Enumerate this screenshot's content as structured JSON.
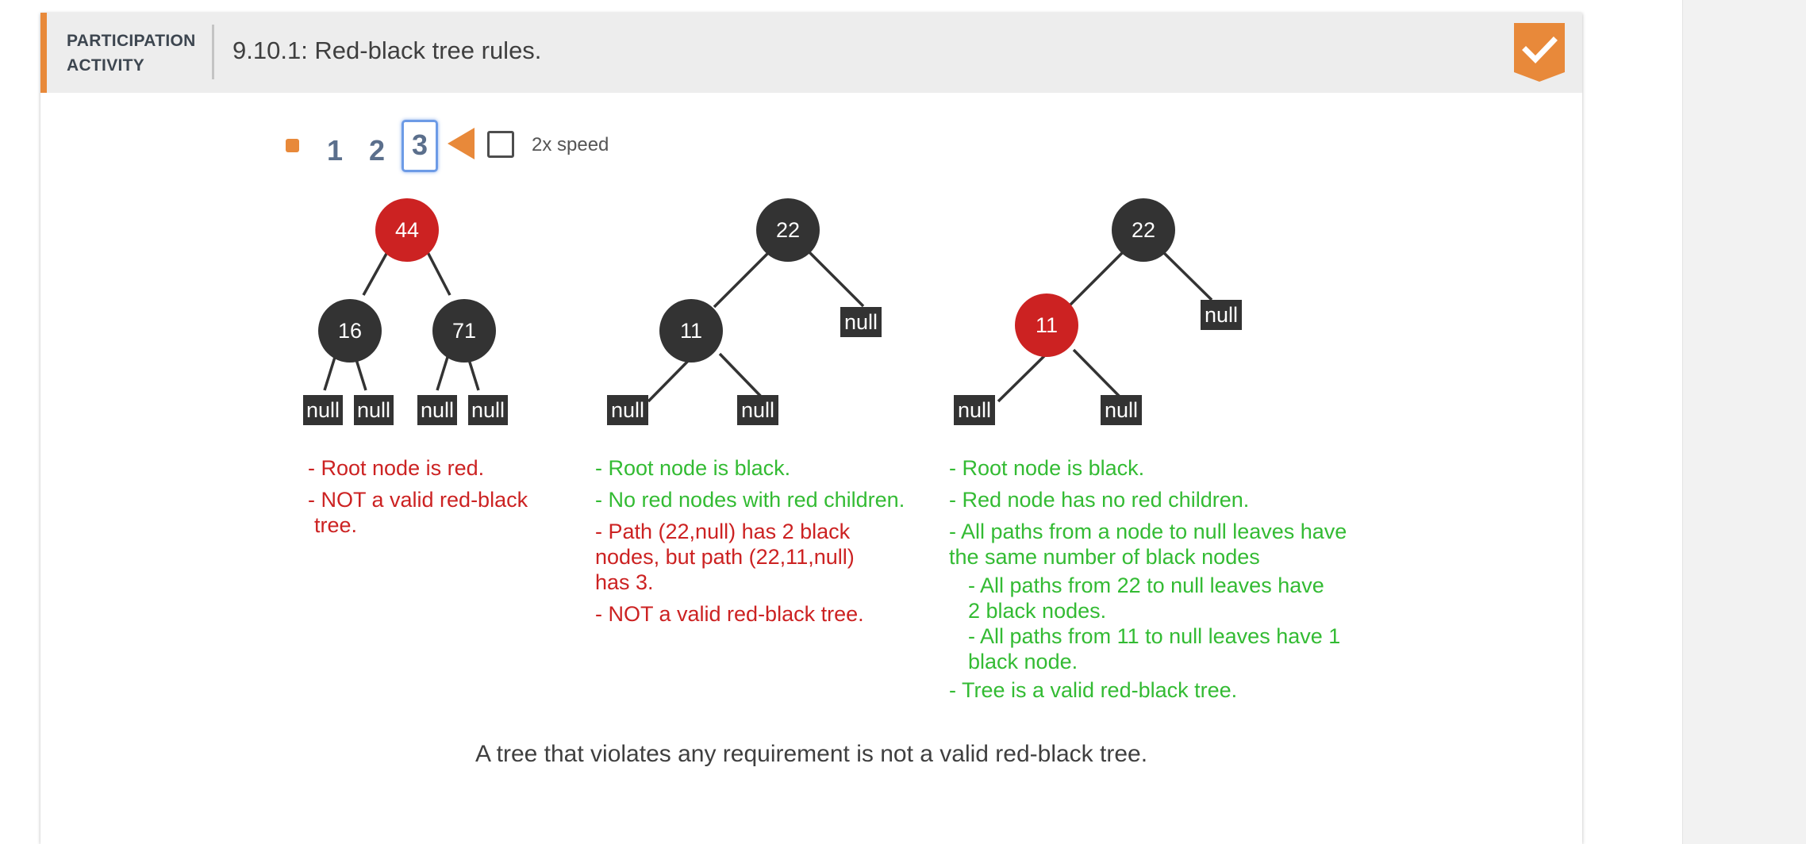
{
  "activity": {
    "label_line1": "PARTICIPATION",
    "label_line2": "ACTIVITY",
    "title": "9.10.1: Red-black tree rules.",
    "completed": true,
    "accent_color": "#e8893a"
  },
  "controls": {
    "steps": [
      "1",
      "2",
      "3"
    ],
    "current_step": "3",
    "speed_label": "2x speed",
    "speed_checked": false
  },
  "trees": [
    {
      "nodes": [
        {
          "label": "44",
          "color": "red"
        },
        {
          "label": "16",
          "color": "black"
        },
        {
          "label": "71",
          "color": "black"
        }
      ],
      "null_label": "null",
      "notes": [
        {
          "text": "- Root node is red.",
          "color": "#cc2222"
        },
        {
          "text": "- NOT a valid red-black tree.",
          "color": "#cc2222"
        }
      ]
    },
    {
      "nodes": [
        {
          "label": "22",
          "color": "black"
        },
        {
          "label": "11",
          "color": "black"
        }
      ],
      "null_label": "null",
      "notes": [
        {
          "text": "- Root node is black.",
          "color": "#33bb33"
        },
        {
          "text": "- No red nodes with red children.",
          "color": "#33bb33"
        },
        {
          "text": "- Path (22,null) has 2 black nodes, but path (22,11,null) has 3.",
          "color": "#cc2222"
        },
        {
          "text": "- NOT a valid red-black tree.",
          "color": "#cc2222"
        }
      ]
    },
    {
      "nodes": [
        {
          "label": "22",
          "color": "black"
        },
        {
          "label": "11",
          "color": "red"
        }
      ],
      "null_label": "null",
      "notes": [
        {
          "text": "- Root node is black.",
          "color": "#33bb33"
        },
        {
          "text": "- Red node has no red children.",
          "color": "#33bb33"
        },
        {
          "text": "- All paths from a node to null leaves have the same number of black nodes",
          "color": "#33bb33"
        },
        {
          "text": "- All paths from 22 to null leaves have 2 black nodes.",
          "color": "#33bb33"
        },
        {
          "text": "- All paths from 11 to null leaves have 1 black node.",
          "color": "#33bb33"
        },
        {
          "text": "- Tree is a valid red-black tree.",
          "color": "#33bb33"
        }
      ]
    }
  ],
  "caption": "A tree that violates any requirement is not a valid red-black tree.",
  "colors": {
    "red_node": "#cc2222",
    "black_node": "#333333",
    "valid_text": "#33bb33",
    "invalid_text": "#cc2222"
  }
}
